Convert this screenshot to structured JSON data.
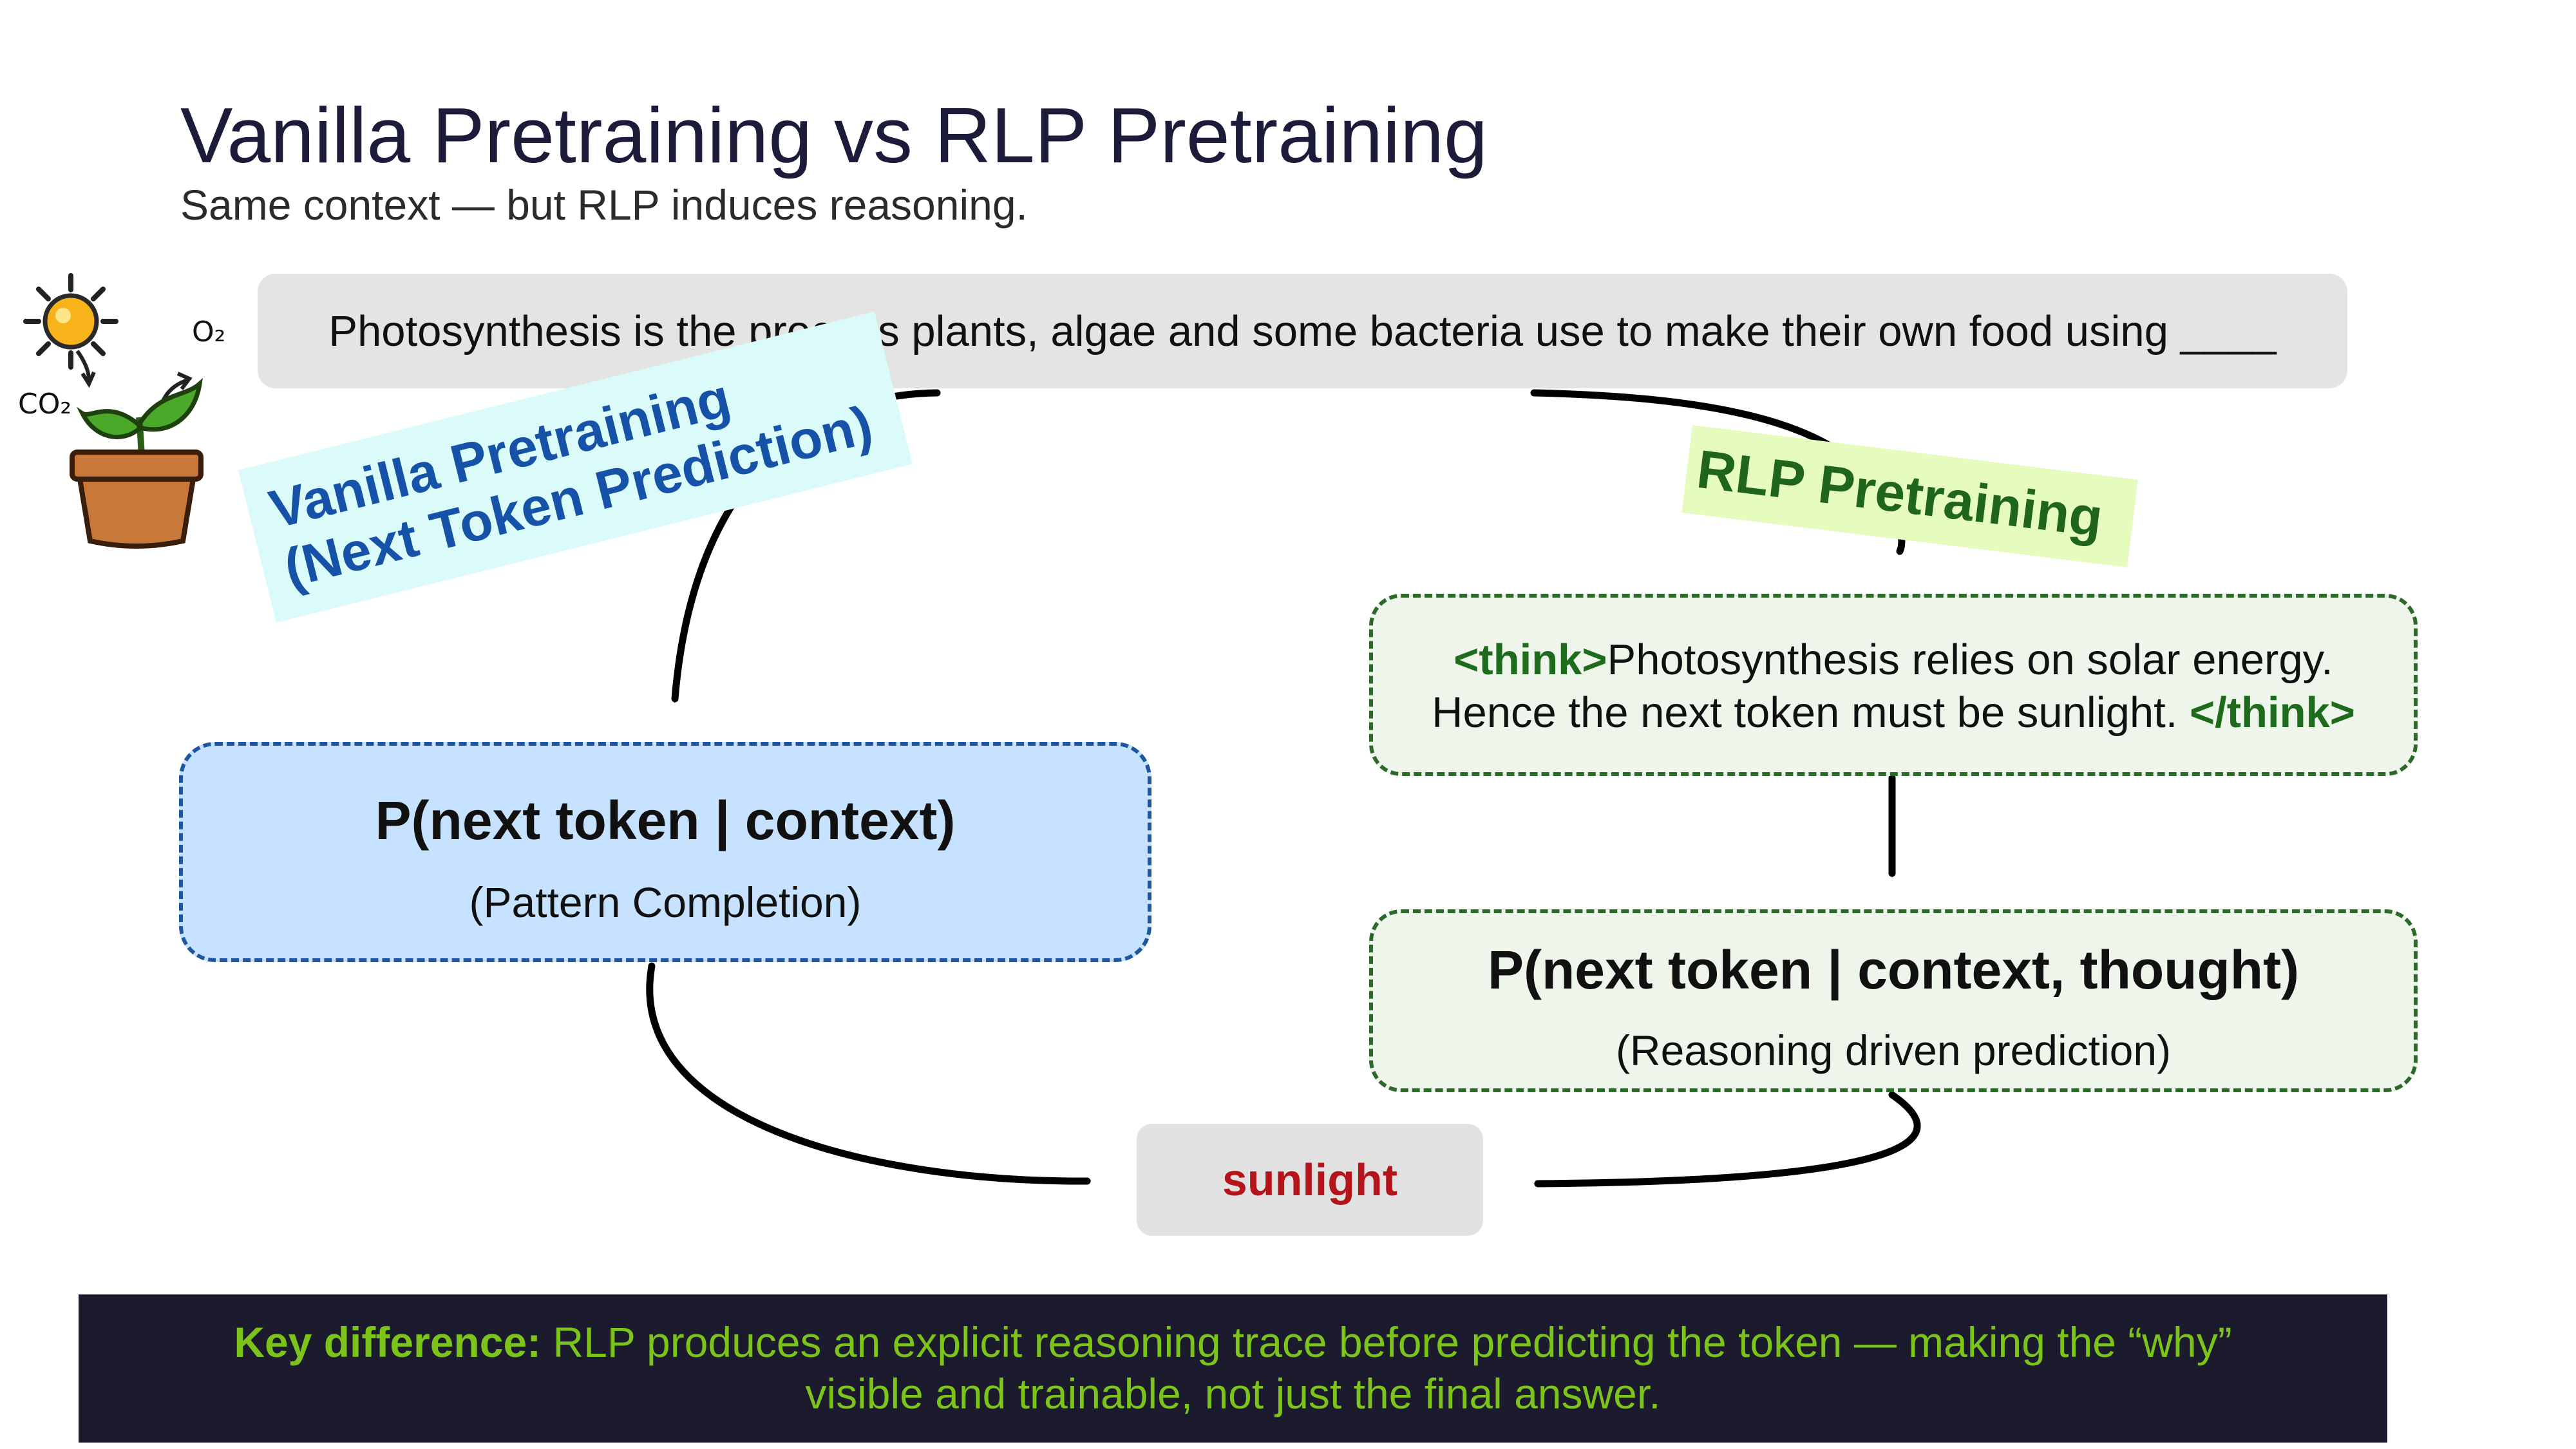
{
  "header": {
    "title": "Vanilla Pretraining vs RLP Pretraining",
    "subtitle": "Same context — but RLP induces reasoning."
  },
  "context": {
    "text": "Photosynthesis is the process plants, algae and some bacteria use to make their own food using ____"
  },
  "illustration": {
    "labels": {
      "co2": "CO₂",
      "o2": "O₂"
    }
  },
  "vanilla": {
    "label_line1": "Vanilla Pretraining",
    "label_line2": "(Next Token Prediction)",
    "formula": "P(next token | context)",
    "description": "(Pattern Completion)"
  },
  "rlp": {
    "label": "RLP Pretraining",
    "think_open": "<think>",
    "thought_line1": "Photosynthesis relies on solar energy.",
    "thought_line2": "Hence the next token must be sunlight.",
    "think_close": "</think>",
    "formula": "P(next token | context, thought)",
    "description": "(Reasoning driven prediction)"
  },
  "answer": {
    "token": "sunlight"
  },
  "banner": {
    "label": "Key difference:",
    "text": "RLP produces an explicit reasoning trace before predicting the token — making the “why” visible and trainable, not just the final answer."
  },
  "colors": {
    "title": "#1c1b3a",
    "vanilla_text": "#1653a8",
    "vanilla_box": "#c6e2fe",
    "rlp_text": "#20651c",
    "rlp_box": "#eef6ec",
    "answer_text": "#b5141b",
    "banner_bg": "#1b1b2d",
    "banner_text": "#7cc31a"
  }
}
